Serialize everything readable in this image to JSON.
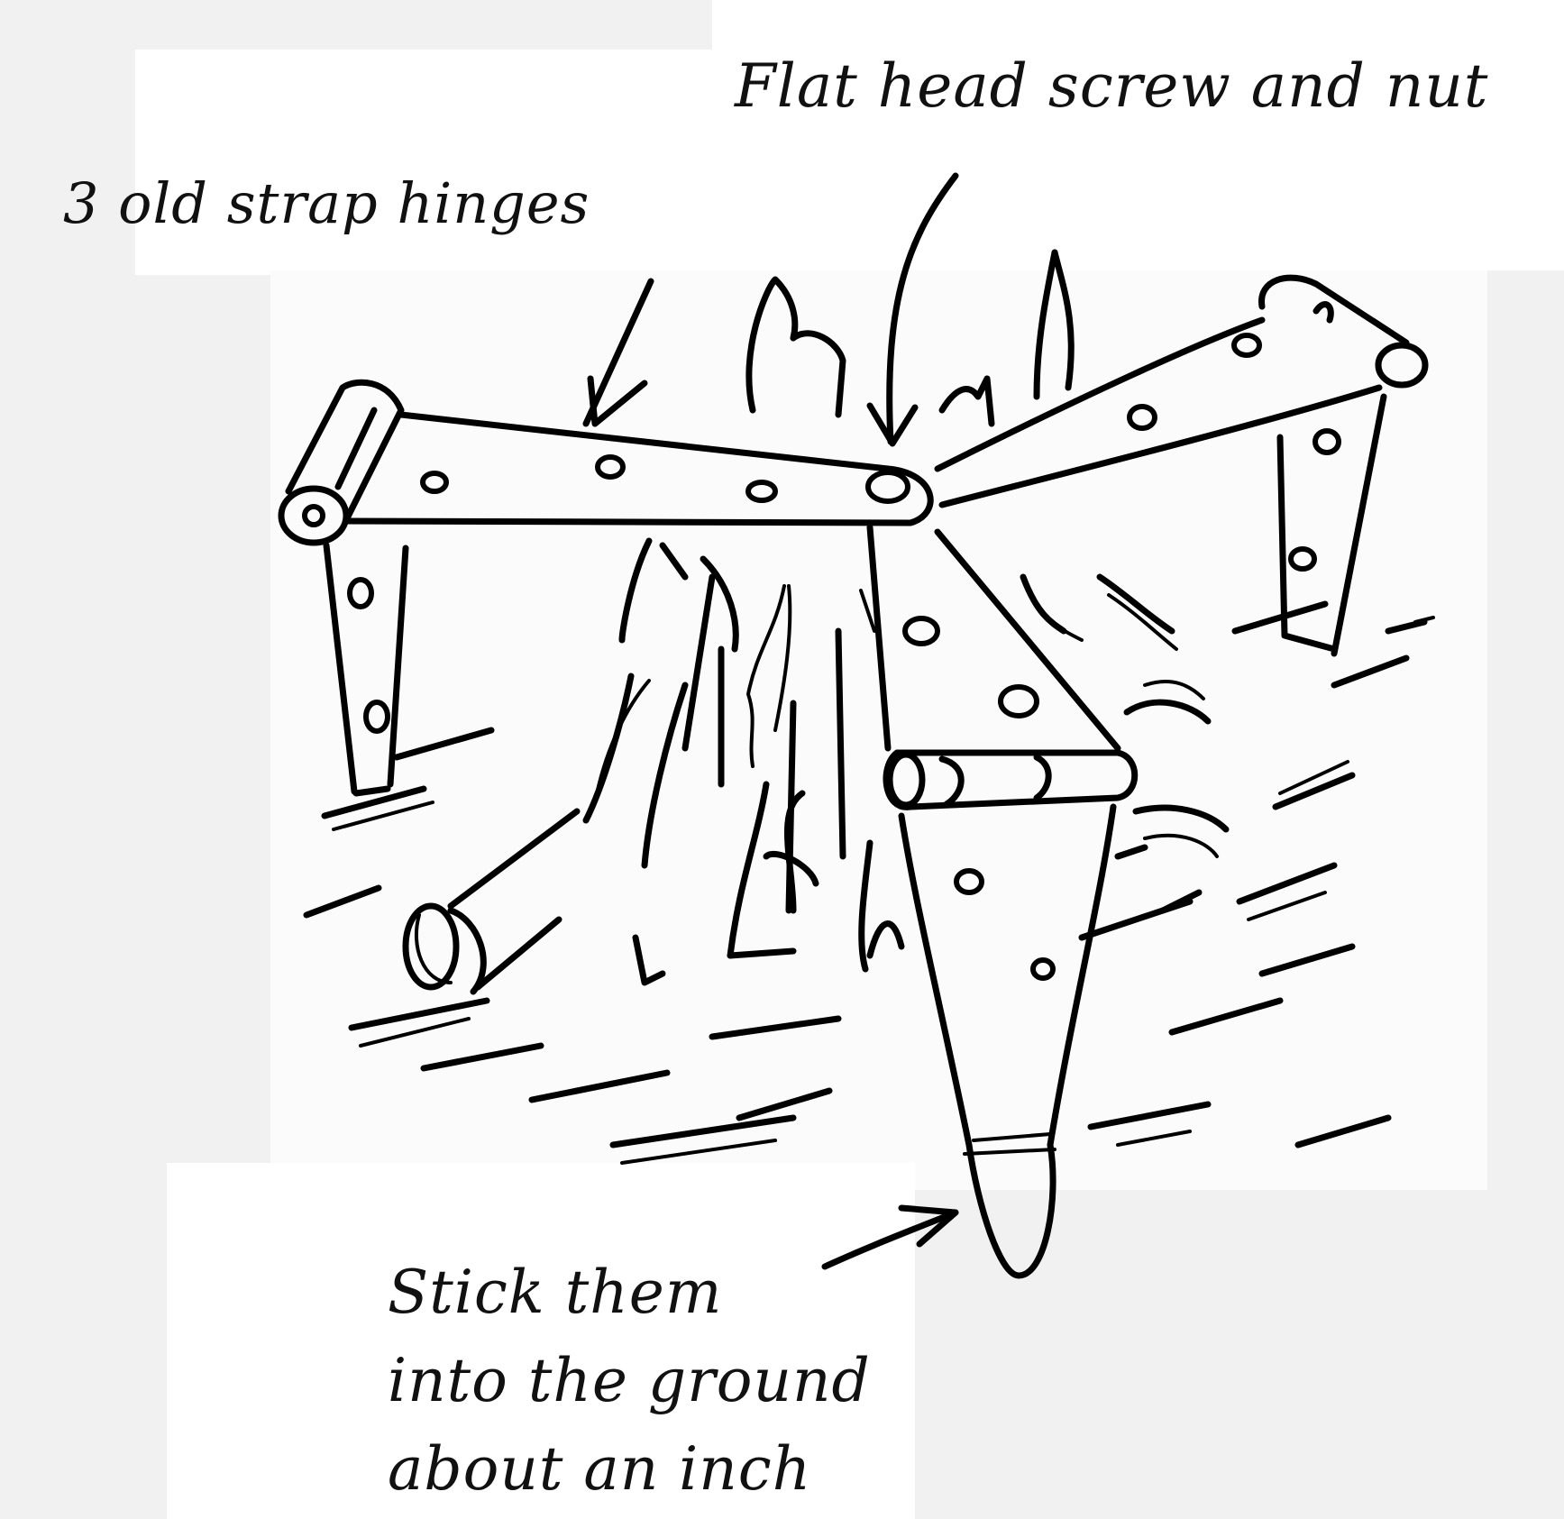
{
  "labels": {
    "screw": "Flat head screw and nut",
    "hinges": "3 old strap hinges",
    "stick_line1": "Stick them",
    "stick_line2": "into the ground",
    "stick_line3": "about an inch"
  },
  "colors": {
    "ink": "#000000",
    "paper": "#f1f1f1",
    "label_patch": "#ffffff"
  }
}
